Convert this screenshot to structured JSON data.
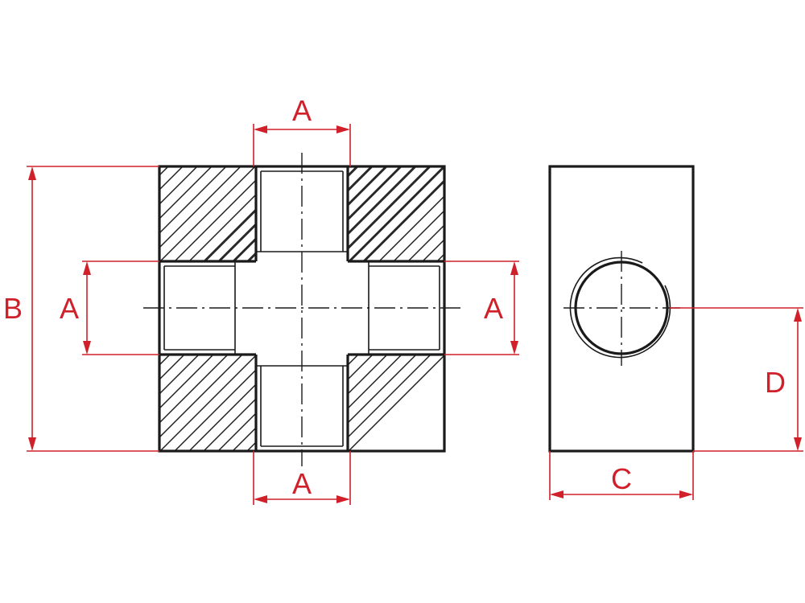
{
  "colors": {
    "dimension": "#d0202a",
    "outline": "#1a1a1a",
    "background": "#ffffff"
  },
  "labels": {
    "top_port": "A",
    "left_port": "A",
    "right_port": "A",
    "bottom_port": "A",
    "overall_height": "B",
    "side_width": "C",
    "side_hole_height": "D"
  }
}
